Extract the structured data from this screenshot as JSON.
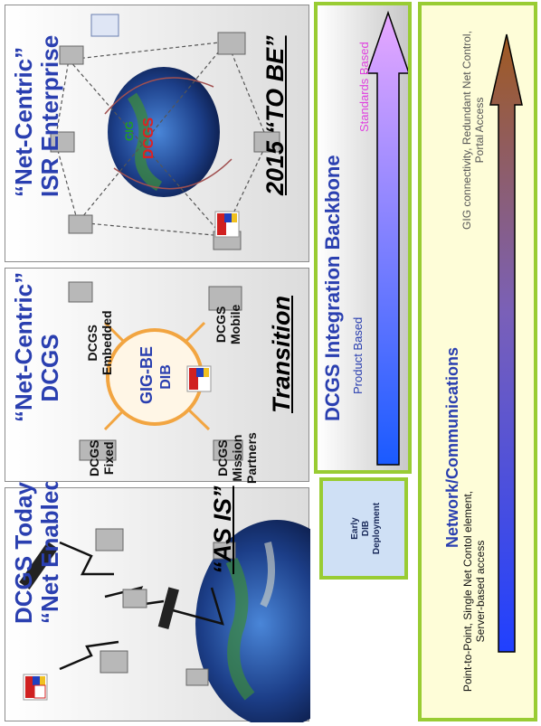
{
  "panels": {
    "as_is": {
      "title_line1": "DCGS Today",
      "title_line2": "“Net Enabled”",
      "caption": "“AS IS”"
    },
    "transition": {
      "title_line1": "“Net-Centric”",
      "title_line2": "DCGS",
      "hub_top": "GIG-BE",
      "hub_bottom": "DIB",
      "node_embedded": [
        "DCGS",
        "Embedded"
      ],
      "node_fixed": [
        "DCGS",
        "Fixed"
      ],
      "node_mobile": [
        "DCGS",
        "Mobile"
      ],
      "node_partners": [
        "DCGS",
        "Mission",
        "Partners"
      ],
      "caption": "Transition"
    },
    "to_be": {
      "title_line1": "“Net-Centric”",
      "title_line2": "ISR Enterprise",
      "globe_label": "DCGS",
      "gig_label": "GIG",
      "caption": "2015 “TO BE”"
    }
  },
  "early_dib": {
    "line1": "Early",
    "line2": "DIB",
    "line3": "Deployment"
  },
  "backbone": {
    "title": "DCGS Integration Backbone",
    "start_label": "Product Based",
    "end_label": "Standards Based"
  },
  "network": {
    "title": "Network/Communications",
    "start_line1": "Point-to-Point, Single Net Contol element,",
    "start_line2": "Server-based access",
    "end_line1": "GIG connectivity, Redundant Net Control,",
    "end_line2": "Portal Access"
  },
  "colors": {
    "title_blue": "#2a3fb0",
    "hub_orange": "#f2a541",
    "frame_green": "#99cc33",
    "light_blue_box": "#cfe0f5",
    "network_bg": "#fefdd8",
    "standards_pink": "#e040e0"
  }
}
